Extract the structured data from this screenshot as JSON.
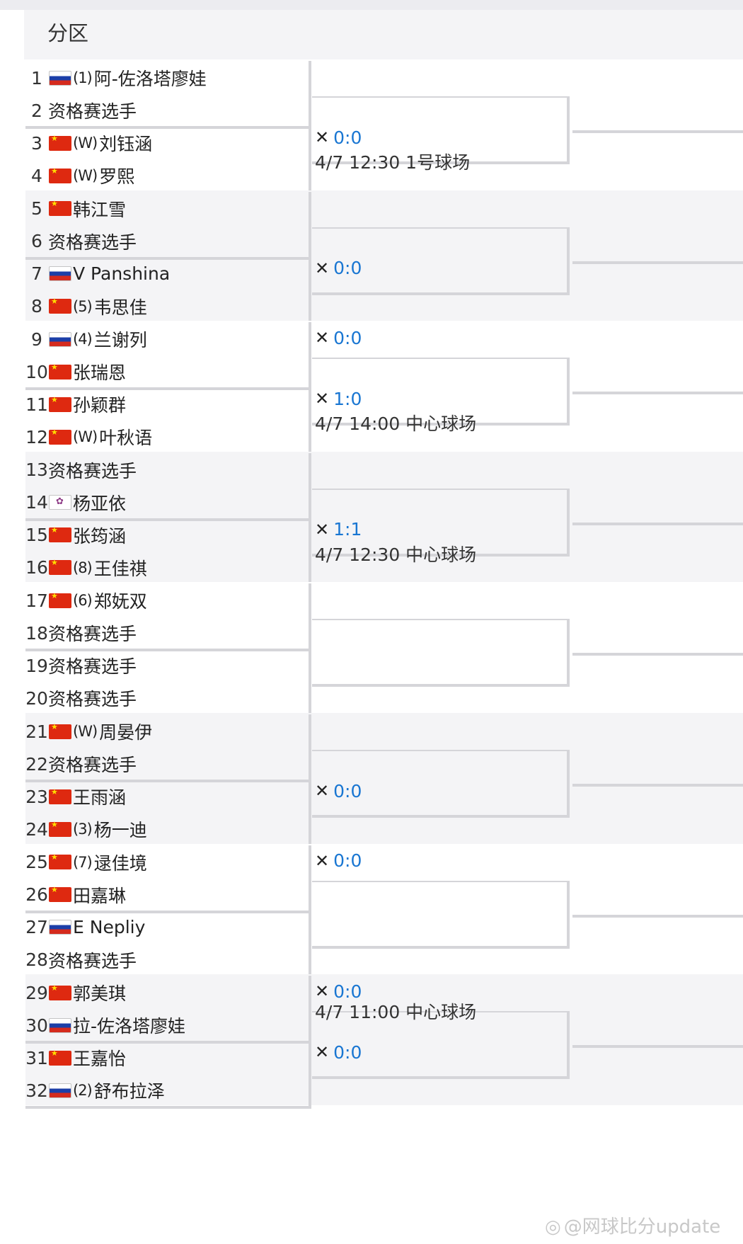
{
  "header": {
    "title": "分区"
  },
  "players": [
    {
      "num": "1",
      "flag": "ru",
      "mark": "(1)",
      "name": "阿-佐洛塔廖娃"
    },
    {
      "num": "2",
      "flag": "",
      "mark": "",
      "name": "资格赛选手"
    },
    {
      "num": "3",
      "flag": "cn",
      "mark": "(W)",
      "name": "刘钰涵"
    },
    {
      "num": "4",
      "flag": "cn",
      "mark": "(W)",
      "name": "罗熙"
    },
    {
      "num": "5",
      "flag": "cn",
      "mark": "",
      "name": "韩江雪"
    },
    {
      "num": "6",
      "flag": "",
      "mark": "",
      "name": "资格赛选手"
    },
    {
      "num": "7",
      "flag": "ru",
      "mark": "",
      "name": "V Panshina"
    },
    {
      "num": "8",
      "flag": "cn",
      "mark": "(5)",
      "name": "韦思佳"
    },
    {
      "num": "9",
      "flag": "ru",
      "mark": "(4)",
      "name": "兰谢列"
    },
    {
      "num": "10",
      "flag": "cn",
      "mark": "",
      "name": "张瑞恩"
    },
    {
      "num": "11",
      "flag": "cn",
      "mark": "",
      "name": "孙颖群"
    },
    {
      "num": "12",
      "flag": "cn",
      "mark": "(W)",
      "name": "叶秋语"
    },
    {
      "num": "13",
      "flag": "",
      "mark": "",
      "name": "资格赛选手"
    },
    {
      "num": "14",
      "flag": "tpe",
      "mark": "",
      "name": "杨亚依"
    },
    {
      "num": "15",
      "flag": "cn",
      "mark": "",
      "name": "张筠涵"
    },
    {
      "num": "16",
      "flag": "cn",
      "mark": "(8)",
      "name": "王佳祺"
    },
    {
      "num": "17",
      "flag": "cn",
      "mark": "(6)",
      "name": "郑妩双"
    },
    {
      "num": "18",
      "flag": "",
      "mark": "",
      "name": "资格赛选手"
    },
    {
      "num": "19",
      "flag": "",
      "mark": "",
      "name": "资格赛选手"
    },
    {
      "num": "20",
      "flag": "",
      "mark": "",
      "name": "资格赛选手"
    },
    {
      "num": "21",
      "flag": "cn",
      "mark": "(W)",
      "name": "周晏伊"
    },
    {
      "num": "22",
      "flag": "",
      "mark": "",
      "name": "资格赛选手"
    },
    {
      "num": "23",
      "flag": "cn",
      "mark": "",
      "name": "王雨涵"
    },
    {
      "num": "24",
      "flag": "cn",
      "mark": "(3)",
      "name": "杨一迪"
    },
    {
      "num": "25",
      "flag": "cn",
      "mark": "(7)",
      "name": "逯佳境"
    },
    {
      "num": "26",
      "flag": "cn",
      "mark": "",
      "name": "田嘉琳"
    },
    {
      "num": "27",
      "flag": "ru",
      "mark": "",
      "name": "E Nepliy"
    },
    {
      "num": "28",
      "flag": "",
      "mark": "",
      "name": "资格赛选手"
    },
    {
      "num": "29",
      "flag": "cn",
      "mark": "",
      "name": "郭美琪"
    },
    {
      "num": "30",
      "flag": "ru",
      "mark": "",
      "name": "拉-佐洛塔廖娃"
    },
    {
      "num": "31",
      "flag": "cn",
      "mark": "",
      "name": "王嘉怡"
    },
    {
      "num": "32",
      "flag": "ru",
      "mark": "(2)",
      "name": "舒布拉泽"
    }
  ],
  "h2h": [
    {
      "group": 0,
      "pair": 1,
      "score": "0:0"
    },
    {
      "group": 1,
      "pair": 1,
      "score": "0:0"
    },
    {
      "group": 2,
      "pair": 0,
      "score": "0:0"
    },
    {
      "group": 2,
      "pair": 1,
      "score": "1:0"
    },
    {
      "group": 3,
      "pair": 1,
      "score": "1:1"
    },
    {
      "group": 5,
      "pair": 1,
      "score": "0:0"
    },
    {
      "group": 6,
      "pair": 0,
      "score": "0:0"
    },
    {
      "group": 7,
      "pair": 0,
      "score": "0:0"
    },
    {
      "group": 7,
      "pair": 1,
      "score": "0:0"
    }
  ],
  "schedules": [
    {
      "group": 0,
      "text": "4/7 12:30 1号球场"
    },
    {
      "group": 2,
      "text": "4/7 14:00 中心球场"
    },
    {
      "group": 3,
      "text": "4/7 12:30 中心球场"
    },
    {
      "group": 7,
      "text": "4/7 11:00 中心球场"
    }
  ],
  "watermark": "@网球比分update",
  "colors": {
    "score": "#1976d2",
    "line": "#d5d5d9",
    "stripe": "#f4f4f6"
  }
}
